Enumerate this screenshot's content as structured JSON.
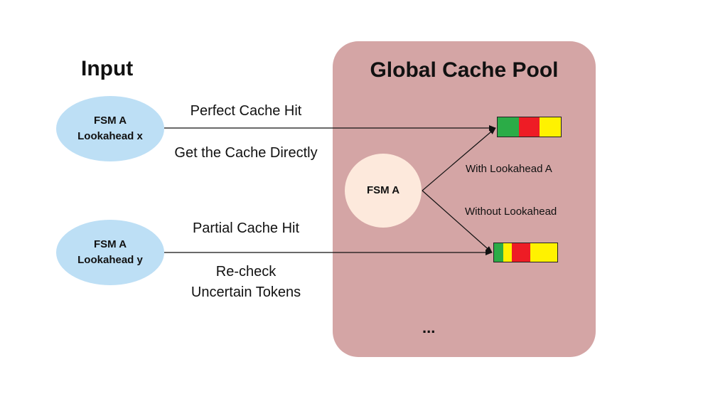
{
  "input": {
    "title": "Input",
    "nodes": [
      {
        "line1": "FSM A",
        "line2": "Lookahead x"
      },
      {
        "line1": "FSM A",
        "line2": "Lookahead y"
      }
    ]
  },
  "pool": {
    "title": "Global Cache Pool",
    "fsm_label": "FSM A",
    "branch_with": "With Lookahead A",
    "branch_without": "Without Lookahead",
    "ellipsis": "..."
  },
  "edges": {
    "perfect": {
      "top": "Perfect Cache Hit",
      "bottom": "Get the Cache Directly"
    },
    "partial": {
      "top": "Partial Cache Hit",
      "bottom_line1": "Re-check",
      "bottom_line2": "Uncertain Tokens"
    }
  },
  "cache_blocks": {
    "full": [
      {
        "color": "#2bac47",
        "weight": 1
      },
      {
        "color": "#ee1c25",
        "weight": 1
      },
      {
        "color": "#fff200",
        "weight": 1
      }
    ],
    "partial": [
      {
        "color": "#2bac47",
        "weight": 1
      },
      {
        "color": "#fff200",
        "weight": 1
      },
      {
        "color": "#ee1c25",
        "weight": 2
      },
      {
        "color": "#fff200",
        "weight": 3
      }
    ]
  },
  "colors": {
    "pool_bg": "#d4a5a5",
    "input_node": "#bddff5",
    "fsm_node": "#fde9dc",
    "arrow": "#111111"
  }
}
